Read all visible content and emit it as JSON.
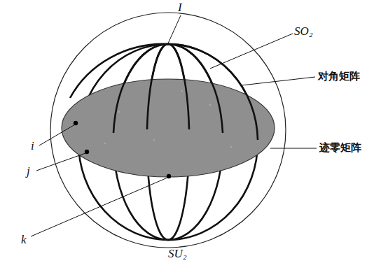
{
  "diagram": {
    "labels": [
      "I",
      "SO₂",
      "对角矩阵",
      "迹零矩阵",
      "i",
      "j",
      "k",
      "SU₂"
    ]
  }
}
